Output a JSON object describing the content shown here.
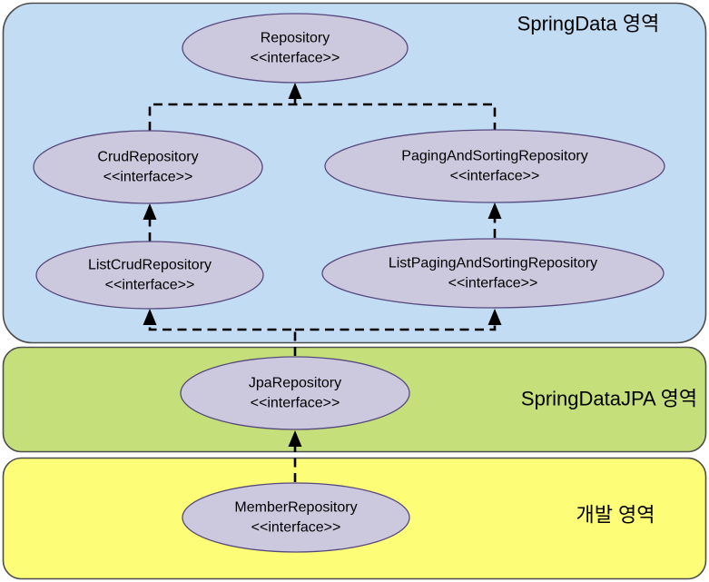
{
  "diagram": {
    "type": "uml-interface-hierarchy",
    "regions": {
      "spring_data": {
        "label": "SpringData 영역"
      },
      "spring_data_jpa": {
        "label": "SpringDataJPA 영역"
      },
      "dev": {
        "label": "개발 영역"
      }
    },
    "nodes": {
      "repository": {
        "name": "Repository",
        "stereotype": "<<interface>>",
        "region": "SpringData 영역"
      },
      "crud": {
        "name": "CrudRepository",
        "stereotype": "<<interface>>",
        "region": "SpringData 영역"
      },
      "paging": {
        "name": "PagingAndSortingRepository",
        "stereotype": "<<interface>>",
        "region": "SpringData 영역"
      },
      "list_crud": {
        "name": "ListCrudRepository",
        "stereotype": "<<interface>>",
        "region": "SpringData 영역"
      },
      "list_paging": {
        "name": "ListPagingAndSortingRepository",
        "stereotype": "<<interface>>",
        "region": "SpringData 영역"
      },
      "jpa": {
        "name": "JpaRepository",
        "stereotype": "<<interface>>",
        "region": "SpringDataJPA 영역"
      },
      "member": {
        "name": "MemberRepository",
        "stereotype": "<<interface>>",
        "region": "개발 영역"
      }
    },
    "edges": [
      {
        "from": "CrudRepository",
        "to": "Repository",
        "style": "dashed-inheritance-arrow"
      },
      {
        "from": "PagingAndSortingRepository",
        "to": "Repository",
        "style": "dashed-inheritance-arrow"
      },
      {
        "from": "ListCrudRepository",
        "to": "CrudRepository",
        "style": "dashed-inheritance-arrow"
      },
      {
        "from": "ListPagingAndSortingRepository",
        "to": "PagingAndSortingRepository",
        "style": "dashed-inheritance-arrow"
      },
      {
        "from": "JpaRepository",
        "to": "ListCrudRepository",
        "style": "dashed-inheritance-arrow"
      },
      {
        "from": "JpaRepository",
        "to": "ListPagingAndSortingRepository",
        "style": "dashed-inheritance-arrow"
      },
      {
        "from": "MemberRepository",
        "to": "JpaRepository",
        "style": "dashed-inheritance-arrow"
      }
    ],
    "colors": {
      "region_spring_data": "#c2dcf4",
      "region_spring_data_jpa": "#c5e07a",
      "region_dev": "#fdfd78",
      "region_stroke": "#4d4d4d",
      "node_fill": "#ccc9df",
      "node_stroke": "#56497e",
      "edge": "#000000",
      "text": "#000000"
    }
  }
}
